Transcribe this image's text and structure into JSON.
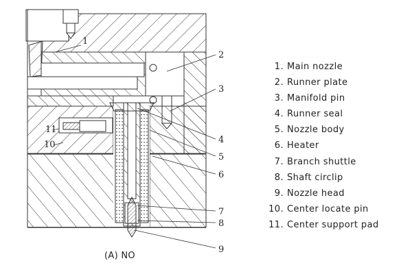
{
  "figure": {
    "caption": "(A) NO",
    "callouts": [
      "1",
      "2",
      "3",
      "4",
      "5",
      "6",
      "7",
      "8",
      "9",
      "10",
      "11"
    ]
  },
  "legend": {
    "items": [
      {
        "num": "1.",
        "label": "Main nozzle"
      },
      {
        "num": "2.",
        "label": "Runner plate"
      },
      {
        "num": "3.",
        "label": "Manifold pin"
      },
      {
        "num": "4.",
        "label": "Runner seal"
      },
      {
        "num": "5.",
        "label": "Nozzle body"
      },
      {
        "num": "6.",
        "label": "Heater"
      },
      {
        "num": "7.",
        "label": "Branch shuttle"
      },
      {
        "num": "8.",
        "label": "Shaft circlip"
      },
      {
        "num": "9.",
        "label": "Nozzle head"
      },
      {
        "num": "10.",
        "label": "Center locate pin"
      },
      {
        "num": "11.",
        "label": "Center support pad"
      }
    ]
  },
  "colors": {
    "ink": "#222222",
    "background": "#ffffff"
  }
}
